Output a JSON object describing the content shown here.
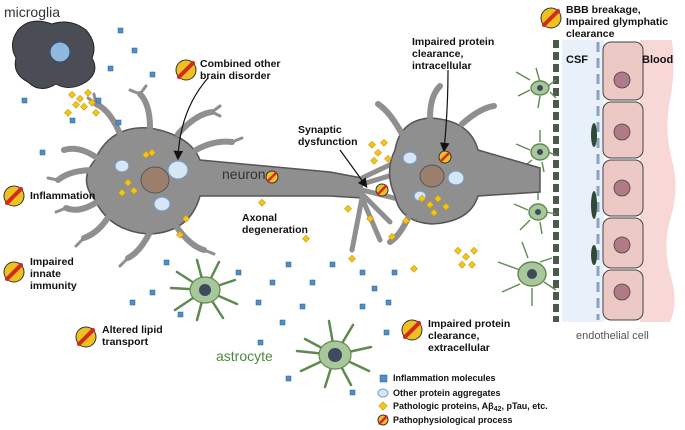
{
  "cells": {
    "microglia": "microglia",
    "neuron": "neuron",
    "astrocyte": "astrocyte",
    "csf": "CSF",
    "blood": "Blood",
    "endothelial": "endothelial cell"
  },
  "processes": {
    "bbb": "BBB breakage,\nImpaired glymphatic\nclearance",
    "combined": "Combined other\nbrain disorder",
    "intracellular": "Impaired protein\nclearance,\nintracellular",
    "synaptic": "Synaptic\ndysfunction",
    "inflammation": "Inflammation",
    "axonal": "Axonal\ndegeneration",
    "innate": "Impaired\ninnate\nimmunity",
    "lipid": "Altered lipid\ntransport",
    "extracellular": "Impaired protein\nclearance,\nextracellular"
  },
  "legend": {
    "inflammation_molecules": "Inflammation molecules",
    "other_aggregates": "Other protein aggregates",
    "pathologic_prefix": "Pathologic proteins, Aβ",
    "pathologic_sub": "42",
    "pathologic_suffix": ", pTau, etc.",
    "process": "Pathophysiological process"
  },
  "colors": {
    "neuron": "#8f8f8f",
    "astrocyte": "#5f8a4f",
    "microglia": "#4a4d56",
    "inflammation_molecule": "#4f8fc9",
    "pathologic_protein": "#f3c419",
    "marker_fill": "#f0c020",
    "marker_bar": "#d12a1f",
    "csf_bg": "#e8f1fa",
    "blood_bg": "#f8d7d7",
    "endothelial": "#ecc9c4"
  }
}
